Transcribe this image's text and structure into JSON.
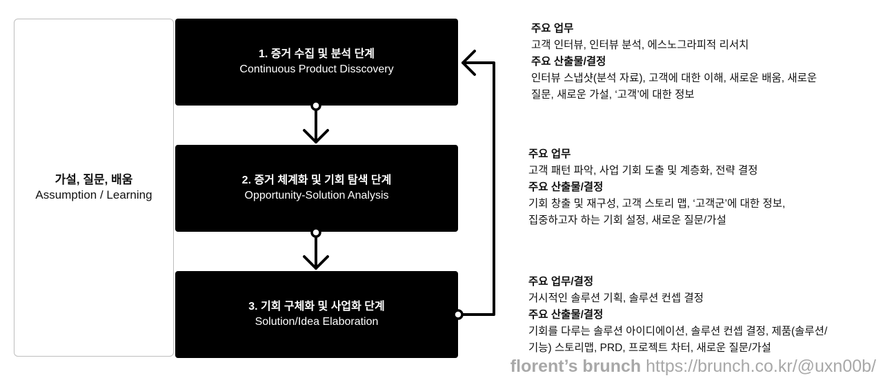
{
  "side_box": {
    "title": "가설, 질문, 배움",
    "subtitle": "Assumption / Learning"
  },
  "stages": [
    {
      "title": "1. 증거 수집 및 분석 단계",
      "subtitle": "Continuous Product Disscovery"
    },
    {
      "title": "2. 증거 체계화 및 기회 탐색 단계",
      "subtitle": "Opportunity-Solution Analysis"
    },
    {
      "title": "3. 기회 구체화 및 사업화 단계",
      "subtitle": "Solution/Idea Elaboration"
    }
  ],
  "descriptions": [
    {
      "task_heading": "주요 업무",
      "task_lines": [
        "고객 인터뷰, 인터뷰 분석, 에스노그라피적 리서치"
      ],
      "output_heading": "주요 산출물/결정",
      "output_lines": [
        "인터뷰 스냅샷(분석 자료), 고객에 대한 이해, 새로운 배움, 새로운",
        "질문, 새로운 가설, ‘고객’에 대한 정보"
      ]
    },
    {
      "task_heading": "주요 업무",
      "task_lines": [
        "고객 패턴 파악, 사업 기회 도출 및 계층화, 전략 결정"
      ],
      "output_heading": "주요 산출물/결정",
      "output_lines": [
        "기회 창출 및 재구성, 고객 스토리 맵, ‘고객군’에 대한 정보,",
        "집중하고자 하는 기회 설정, 새로운 질문/가설"
      ]
    },
    {
      "task_heading": "주요 업무/결정",
      "task_lines": [
        "거시적인 솔루션 기획, 솔루션 컨셉 결정"
      ],
      "output_heading": "주요 산출물/결정",
      "output_lines": [
        "기회를 다루는 솔루션 아이디에이션, 솔루션 컨셉 결정, 제품(솔루션/",
        "기능) 스토리맵, PRD, 프로젝트 차터, 새로운 질문/가설"
      ]
    }
  ],
  "watermark": {
    "brand": "florent’s brunch",
    "url": "https://brunch.co.kr/@uxn00b/"
  },
  "colors": {
    "stage_fill": "#000000",
    "stage_text": "#ffffff",
    "connector": "#000000",
    "side_border": "#bdbdbd",
    "watermark": "#a8a8a8"
  }
}
